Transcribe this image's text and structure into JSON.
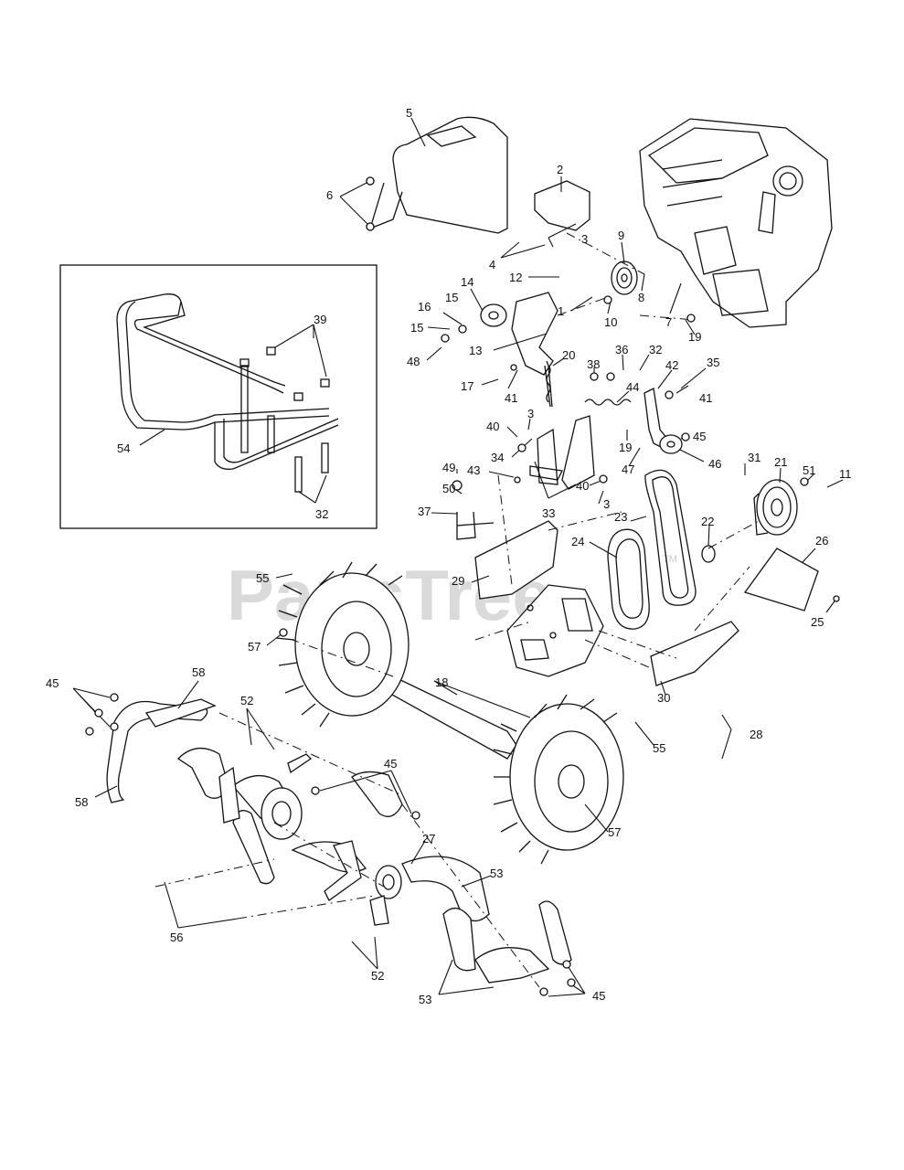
{
  "watermark": {
    "text": "PartsTree",
    "tm": "TM"
  },
  "callouts": [
    {
      "id": "c5",
      "text": "5"
    },
    {
      "id": "c6",
      "text": "6"
    },
    {
      "id": "c2",
      "text": "2"
    },
    {
      "id": "c3a",
      "text": "3"
    },
    {
      "id": "c4",
      "text": "4"
    },
    {
      "id": "c9",
      "text": "9"
    },
    {
      "id": "c12",
      "text": "12"
    },
    {
      "id": "c8",
      "text": "8"
    },
    {
      "id": "c14",
      "text": "14"
    },
    {
      "id": "c1",
      "text": "1"
    },
    {
      "id": "c15a",
      "text": "15"
    },
    {
      "id": "c16",
      "text": "16"
    },
    {
      "id": "c15b",
      "text": "15"
    },
    {
      "id": "c10",
      "text": "10"
    },
    {
      "id": "c7",
      "text": "7"
    },
    {
      "id": "c13",
      "text": "13"
    },
    {
      "id": "c19a",
      "text": "19"
    },
    {
      "id": "c48",
      "text": "48"
    },
    {
      "id": "c20",
      "text": "20"
    },
    {
      "id": "c38",
      "text": "38"
    },
    {
      "id": "c36",
      "text": "36"
    },
    {
      "id": "c32a",
      "text": "32"
    },
    {
      "id": "c42",
      "text": "42"
    },
    {
      "id": "c35",
      "text": "35"
    },
    {
      "id": "c17",
      "text": "17"
    },
    {
      "id": "c41a",
      "text": "41"
    },
    {
      "id": "c44",
      "text": "44"
    },
    {
      "id": "c41b",
      "text": "41"
    },
    {
      "id": "c3b",
      "text": "3"
    },
    {
      "id": "c40a",
      "text": "40"
    },
    {
      "id": "c19b",
      "text": "19"
    },
    {
      "id": "c45a",
      "text": "45"
    },
    {
      "id": "c34",
      "text": "34"
    },
    {
      "id": "c46",
      "text": "46"
    },
    {
      "id": "c49",
      "text": "49"
    },
    {
      "id": "c43",
      "text": "43"
    },
    {
      "id": "c47",
      "text": "47"
    },
    {
      "id": "c31",
      "text": "31"
    },
    {
      "id": "c21",
      "text": "21"
    },
    {
      "id": "c51",
      "text": "51"
    },
    {
      "id": "c11",
      "text": "11"
    },
    {
      "id": "c50",
      "text": "50"
    },
    {
      "id": "c40b",
      "text": "40"
    },
    {
      "id": "c3c",
      "text": "3"
    },
    {
      "id": "c37",
      "text": "37"
    },
    {
      "id": "c33",
      "text": "33"
    },
    {
      "id": "c23",
      "text": "23"
    },
    {
      "id": "c22",
      "text": "22"
    },
    {
      "id": "c24",
      "text": "24"
    },
    {
      "id": "c26",
      "text": "26"
    },
    {
      "id": "c55a",
      "text": "55"
    },
    {
      "id": "c29",
      "text": "29"
    },
    {
      "id": "c25",
      "text": "25"
    },
    {
      "id": "c57a",
      "text": "57"
    },
    {
      "id": "c18",
      "text": "18"
    },
    {
      "id": "c45b",
      "text": "45"
    },
    {
      "id": "c58a",
      "text": "58"
    },
    {
      "id": "c52a",
      "text": "52"
    },
    {
      "id": "c30",
      "text": "30"
    },
    {
      "id": "c28",
      "text": "28"
    },
    {
      "id": "c55b",
      "text": "55"
    },
    {
      "id": "c58b",
      "text": "58"
    },
    {
      "id": "c45c",
      "text": "45"
    },
    {
      "id": "c57b",
      "text": "57"
    },
    {
      "id": "c27",
      "text": "27"
    },
    {
      "id": "c53a",
      "text": "53"
    },
    {
      "id": "c56",
      "text": "56"
    },
    {
      "id": "c52b",
      "text": "52"
    },
    {
      "id": "c53b",
      "text": "53"
    },
    {
      "id": "c45d",
      "text": "45"
    },
    {
      "id": "c39",
      "text": "39"
    },
    {
      "id": "c54",
      "text": "54"
    },
    {
      "id": "c32b",
      "text": "32"
    }
  ]
}
